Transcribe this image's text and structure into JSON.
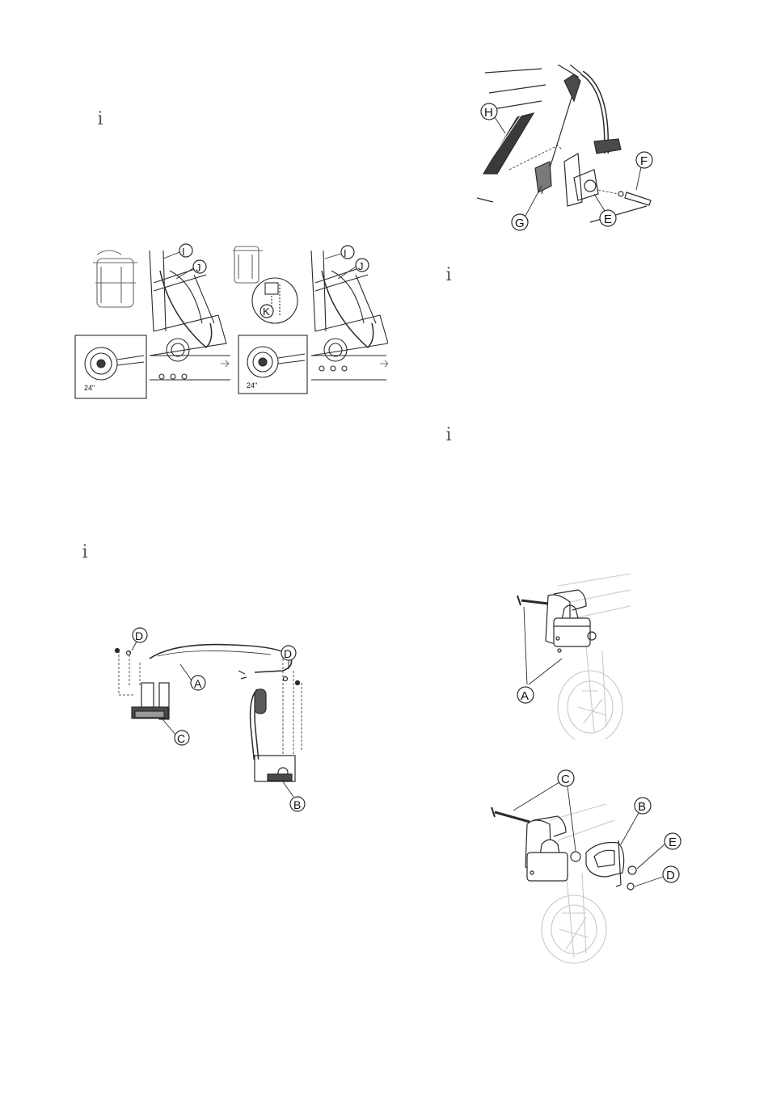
{
  "info_icons": [
    "i",
    "i",
    "i",
    "i"
  ],
  "figures": {
    "brake_cable_routing": {
      "callouts": [
        "I",
        "J",
        "I",
        "J",
        "K"
      ],
      "wheel_size_labels": [
        "24\"",
        "24\""
      ]
    },
    "brake_cable_assembly": {
      "callouts": [
        "D",
        "A",
        "D",
        "C",
        "B"
      ]
    },
    "brake_lever_mount": {
      "callouts": [
        "H",
        "F",
        "G",
        "E"
      ]
    },
    "fork_bolt": {
      "callouts": [
        "A"
      ]
    },
    "fork_hardware": {
      "callouts": [
        "C",
        "B",
        "E",
        "D"
      ]
    }
  },
  "colors": {
    "line": "#2a2a2a",
    "faded": "#c8c8c8",
    "fill_dark": "#3a3a3a",
    "fill_mid": "#9a9a9a"
  }
}
